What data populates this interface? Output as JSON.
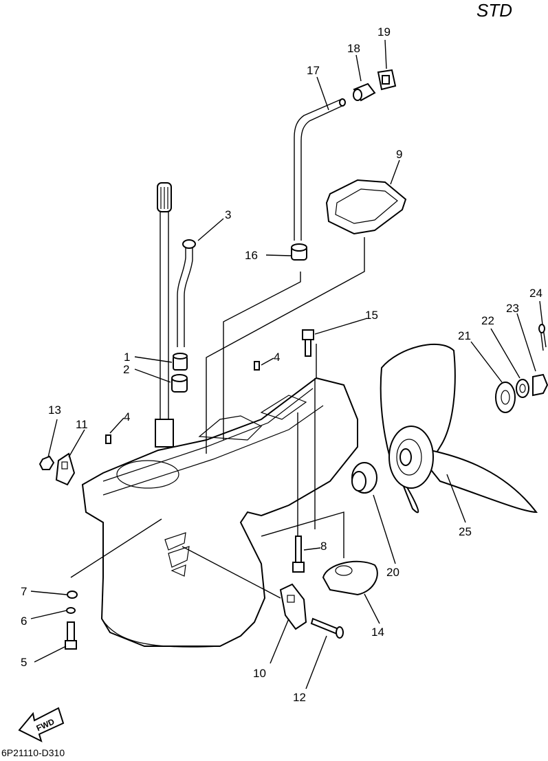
{
  "header": {
    "variant": "STD"
  },
  "footer": {
    "drawing_code": "6P21110-D310"
  },
  "fwd_arrow": {
    "label": "FWD"
  },
  "callouts": [
    {
      "id": "1",
      "text": "1"
    },
    {
      "id": "2",
      "text": "2"
    },
    {
      "id": "3",
      "text": "3"
    },
    {
      "id": "4a",
      "text": "4"
    },
    {
      "id": "4b",
      "text": "4"
    },
    {
      "id": "5",
      "text": "5"
    },
    {
      "id": "6",
      "text": "6"
    },
    {
      "id": "7",
      "text": "7"
    },
    {
      "id": "8",
      "text": "8"
    },
    {
      "id": "9",
      "text": "9"
    },
    {
      "id": "10",
      "text": "10"
    },
    {
      "id": "11",
      "text": "11"
    },
    {
      "id": "12",
      "text": "12"
    },
    {
      "id": "13",
      "text": "13"
    },
    {
      "id": "14",
      "text": "14"
    },
    {
      "id": "15",
      "text": "15"
    },
    {
      "id": "16",
      "text": "16"
    },
    {
      "id": "17",
      "text": "17"
    },
    {
      "id": "18",
      "text": "18"
    },
    {
      "id": "19",
      "text": "19"
    },
    {
      "id": "20",
      "text": "20"
    },
    {
      "id": "21",
      "text": "21"
    },
    {
      "id": "22",
      "text": "22"
    },
    {
      "id": "23",
      "text": "23"
    },
    {
      "id": "24",
      "text": "24"
    },
    {
      "id": "25",
      "text": "25"
    }
  ]
}
